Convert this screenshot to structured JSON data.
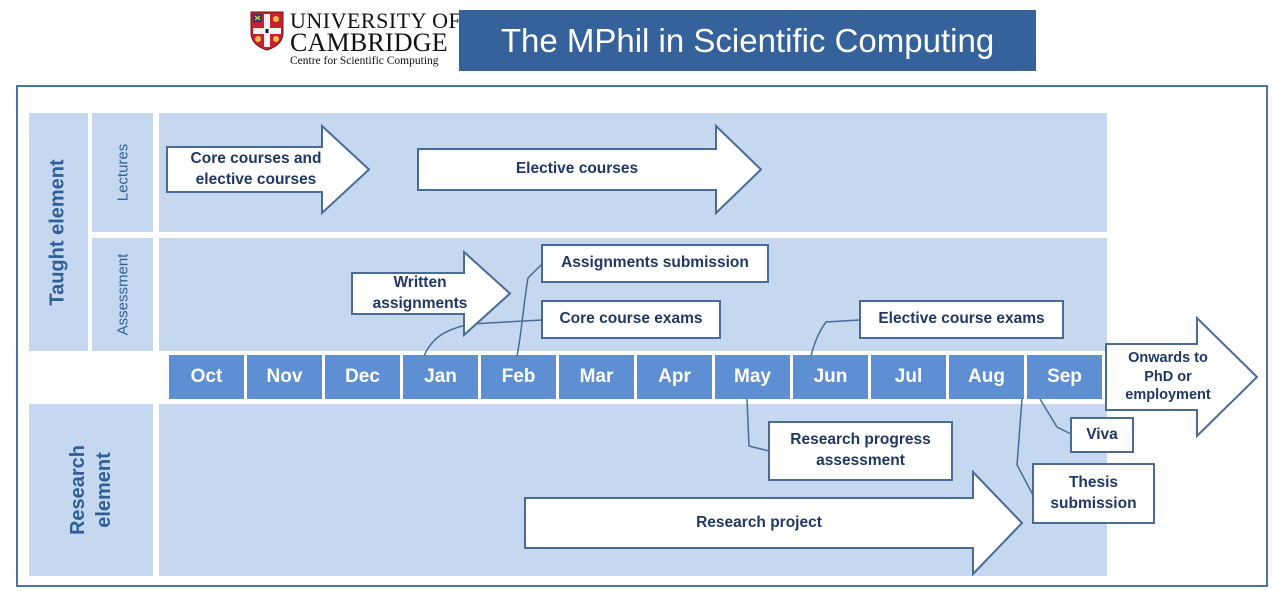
{
  "header": {
    "university_line1": "UNIVERSITY OF",
    "university_line2": "CAMBRIDGE",
    "centre": "Centre for Scientific Computing",
    "title": "The MPhil in Scientific Computing"
  },
  "sections": {
    "taught": "Taught element",
    "lectures": "Lectures",
    "assessment": "Assessment",
    "research": "Research element"
  },
  "months": [
    "Oct",
    "Nov",
    "Dec",
    "Jan",
    "Feb",
    "Mar",
    "Apr",
    "May",
    "Jun",
    "Jul",
    "Aug",
    "Sep"
  ],
  "arrows": {
    "core_courses": "Core courses and elective courses",
    "elective_courses": "Elective courses",
    "written_assignments": "Written assignments",
    "research_project": "Research project",
    "onwards": "Onwards to PhD or employment"
  },
  "events": {
    "assignments_submission": "Assignments submission",
    "core_course_exams": "Core course exams",
    "elective_course_exams": "Elective course exams",
    "research_progress": "Research progress assessment",
    "viva": "Viva",
    "thesis_submission": "Thesis submission"
  },
  "colors": {
    "banner": "#36629b",
    "band": "#c6d8f0",
    "month": "#5d8fd2",
    "text": "#1f3864",
    "label": "#2f5f98"
  },
  "icons": {
    "crest": "university-crest-icon"
  }
}
